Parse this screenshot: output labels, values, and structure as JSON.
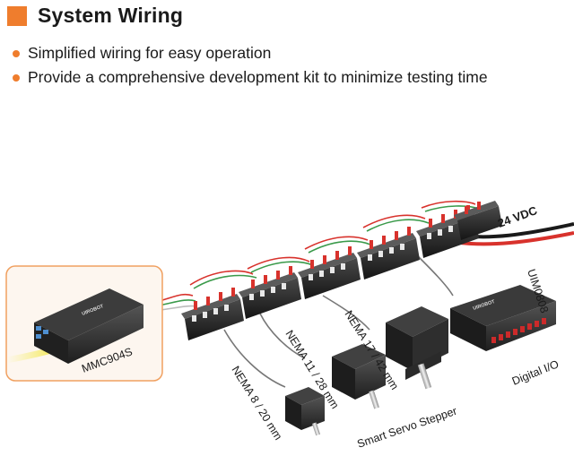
{
  "header": {
    "title": "System Wiring"
  },
  "bullets": [
    {
      "text": "Simplified wiring for easy operation"
    },
    {
      "text": "Provide a comprehensive development kit to minimize testing time"
    }
  ],
  "labels": {
    "power": "24 VDC",
    "controller": "MMC904S",
    "io_module": "UIM0808",
    "digital_io": "Digital I/O",
    "nema8": "NEMA 8 / 20 mm",
    "nema11": "NEMA 11 / 28 mm",
    "nema17": "NEMA 17 / 42 mm",
    "smart_servo": "Smart Servo Stepper"
  },
  "device_text": {
    "brand": "UIROBOT"
  },
  "colors": {
    "accent": "#ef7d2d",
    "highlight_box": "#f0a060",
    "wire_red": "#d8322c",
    "wire_green": "#3a9a4a",
    "wire_white": "#f2f2f2",
    "wire_black": "#1a1a1a",
    "ethernet": "#f0e020"
  }
}
